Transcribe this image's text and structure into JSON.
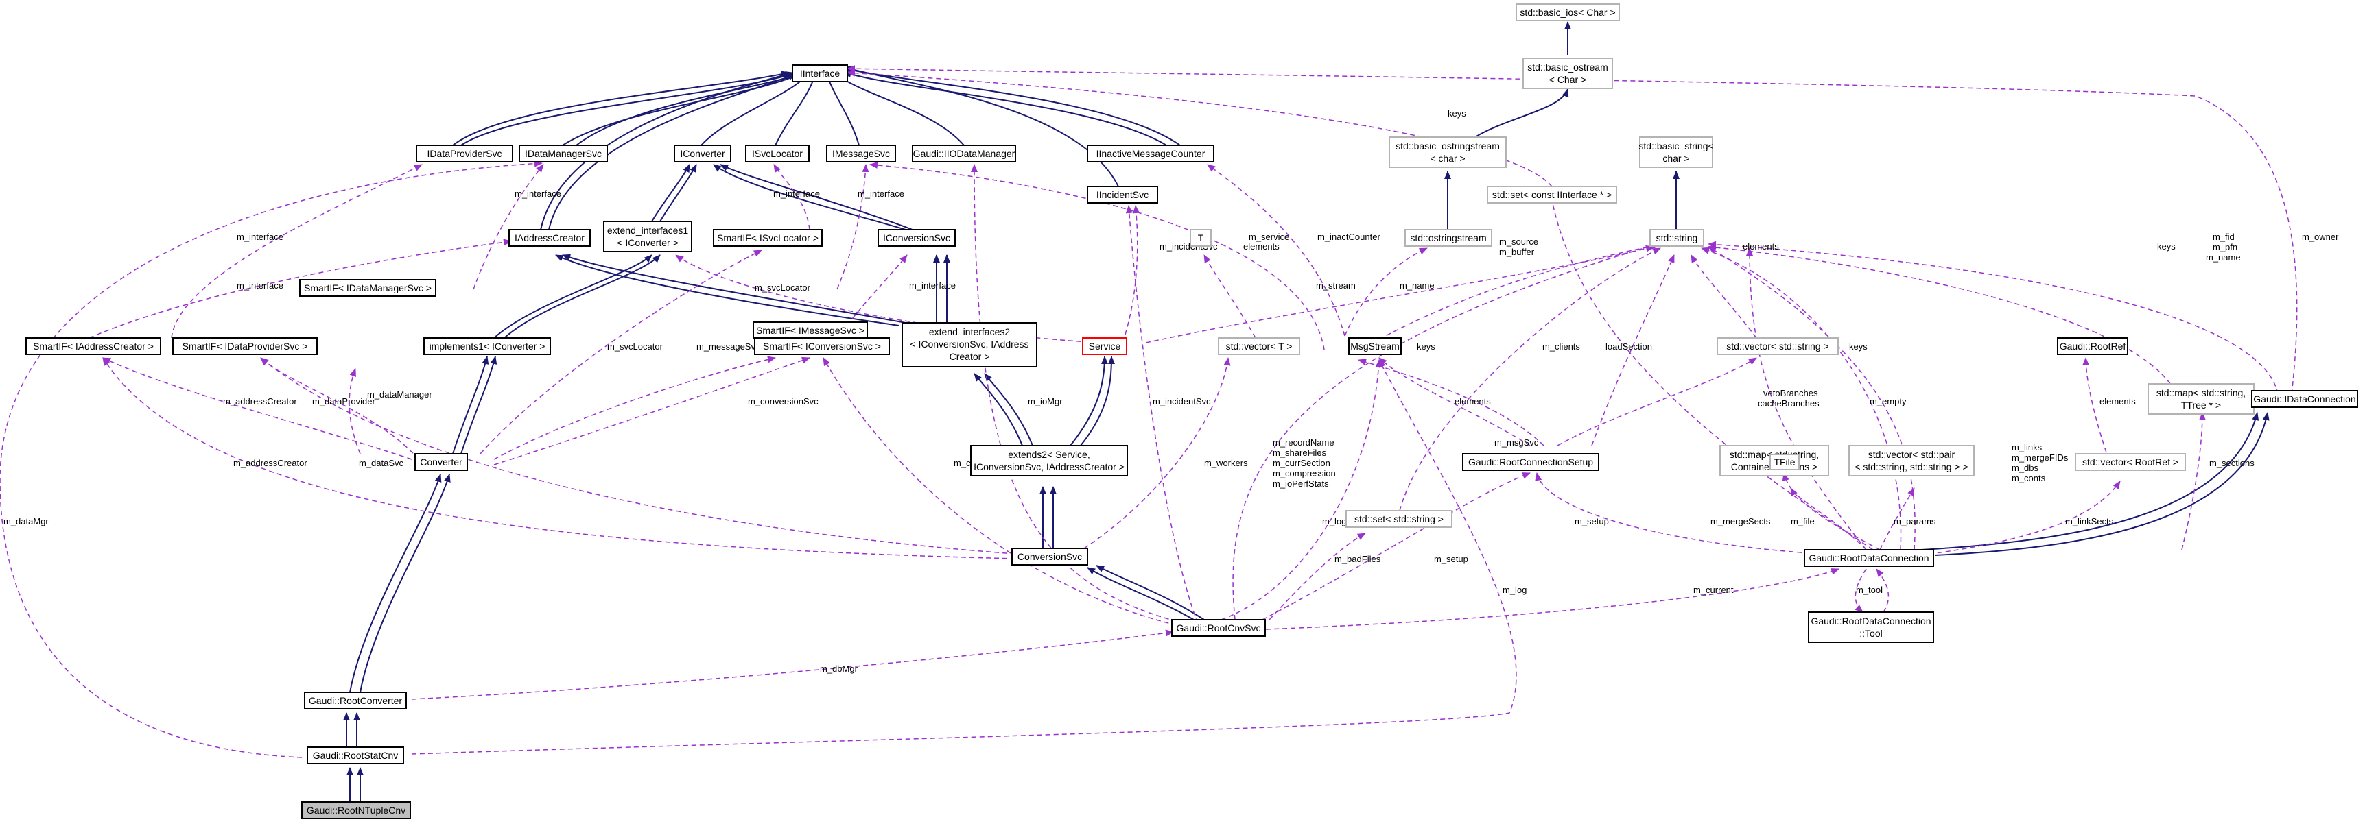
{
  "nodes": {
    "iinterface": "IInterface",
    "basic_ios": "std::basic_ios< Char >",
    "basic_ostream_l1": "std::basic_ostream",
    "basic_ostream_l2": "< Char >",
    "ostringstream_l1": "std::basic_ostringstream",
    "ostringstream_l2": "< char >",
    "basic_string_l1": "std::basic_string<",
    "basic_string_l2": "char >",
    "idataprovidersvc": "IDataProviderSvc",
    "idatamanagersvc": "IDataManagerSvc",
    "iconverter": "IConverter",
    "isvclocator": "ISvcLocator",
    "imessagesvc": "IMessageSvc",
    "iiodatamanager": "Gaudi::IIODataManager",
    "iinactivemessagecounter": "IInactiveMessageCounter",
    "iincidentsvc": "IIncidentSvc",
    "set_iinterface": "std::set< const IInterface * >",
    "iaddresscreator": "IAddressCreator",
    "extend_interfaces1_l1": "extend_interfaces1",
    "extend_interfaces1_l2": "< IConverter >",
    "smartif_isvclocator": "SmartIF< ISvcLocator >",
    "iconversionsvc": "IConversionSvc",
    "t_node": "T",
    "std_ostringstream": "std::ostringstream",
    "std_string": "std::string",
    "smartif_idatamanagersvc": "SmartIF< IDataManagerSvc >",
    "smartif_imessagesvc": "SmartIF< IMessageSvc >",
    "smartif_iaddresscreator": "SmartIF< IAddressCreator >",
    "smartif_idataprovidersvc": "SmartIF< IDataProviderSvc >",
    "implements1": "implements1< IConverter >",
    "smartif_iconversionsvc": "SmartIF< IConversionSvc >",
    "extend_interfaces2_l1": "extend_interfaces2",
    "extend_interfaces2_l2": "< IConversionSvc, IAddress",
    "extend_interfaces2_l3": "Creator >",
    "service": "Service",
    "vector_t": "std::vector< T >",
    "msgstream": "MsgStream",
    "vector_string": "std::vector< std::string >",
    "rootref": "Gaudi::RootRef",
    "map_string_ttree_l1": "std::map< std::string,",
    "map_string_ttree_l2": "TTree * >",
    "idataconnection": "Gaudi::IDataConnection",
    "converter": "Converter",
    "extends2_l1": "extends2< Service,",
    "extends2_l2": "IConversionSvc, IAddressCreator >",
    "rootconnectionsetup": "Gaudi::RootConnectionSetup",
    "map_containersections_l1": "std::map< std::string,",
    "map_containersections_l2": "ContainerSections >",
    "tfile": "TFile",
    "vector_pair_l1": "std::vector< std::pair",
    "vector_pair_l2": "< std::string, std::string > >",
    "vector_rootref": "std::vector< RootRef >",
    "set_string": "std::set< std::string >",
    "conversionsvc": "ConversionSvc",
    "rootdataconnection": "Gaudi::RootDataConnection",
    "rootcnvsvc": "Gaudi::RootCnvSvc",
    "tool_l1": "Gaudi::RootDataConnection",
    "tool_l2": "::Tool",
    "rootconverter": "Gaudi::RootConverter",
    "rootstatcnv": "Gaudi::RootStatCnv",
    "rootntuplecnv": "Gaudi::RootNTupleCnv"
  },
  "edge_labels": {
    "keys_ostream": "keys",
    "m_owner": "m_owner",
    "m_interface_dm": "m_interface",
    "m_interface_sl": "m_interface",
    "m_interface_ms": "m_interface",
    "m_interface_dp": "m_interface",
    "m_interface_ac": "m_interface",
    "m_interface_cs": "m_interface",
    "m_service": "m_service",
    "m_inactcounter": "m_inactCounter",
    "m_incidentsvc_svc": "m_incidentSvc",
    "elements_vt": "elements",
    "m_stream": "m_stream",
    "m_name": "m_name",
    "m_source_buffer_l1": "m_source",
    "m_source_buffer_l2": "m_buffer",
    "elements_vs": "elements",
    "keys_map": "keys",
    "m_fid_l1": "m_fid",
    "m_fid_l2": "m_pfn",
    "m_fid_l3": "m_name",
    "m_datamanager": "m_dataManager",
    "m_svclocator_1": "m_svcLocator",
    "m_svclocator_2": "m_svcLocator",
    "m_messagesvc": "m_messageSvc",
    "keys_setstr": "keys",
    "loadsection": "loadSection",
    "m_clients": "m_clients",
    "keys_string": "keys",
    "m_addresscreator_1": "m_addressCreator",
    "m_dataprovider": "m_dataProvider",
    "m_conversionsvc": "m_conversionSvc",
    "m_iomgr": "m_ioMgr",
    "m_incidentsvc_cnv": "m_incidentSvc",
    "elements_cs": "elements",
    "veto_l1": "vetoBranches",
    "veto_l2": "cacheBranches",
    "m_empty": "m_empty",
    "elements_rr": "elements",
    "m_addresscreator_2": "m_addressCreator",
    "m_datasvc": "m_dataSvc",
    "m_cnvsvc": "m_cnvSvc",
    "m_workers": "m_workers",
    "m_msgsvc": "m_msgSvc",
    "m_recordname_l1": "m_recordName",
    "m_recordname_l2": "m_shareFiles",
    "m_recordname_l3": "m_currSection",
    "m_recordname_l4": "m_compression",
    "m_recordname_l5": "m_ioPerfStats",
    "m_links_l1": "m_links",
    "m_links_l2": "m_mergeFIDs",
    "m_links_l3": "m_dbs",
    "m_links_l4": "m_conts",
    "m_sections": "m_sections",
    "m_log_1": "m_log",
    "m_setup_1": "m_setup",
    "m_mergesects": "m_mergeSects",
    "m_file": "m_file",
    "m_params": "m_params",
    "m_linksects": "m_linkSects",
    "m_badfiles": "m_badFiles",
    "m_setup_2": "m_setup",
    "m_log_2": "m_log",
    "m_current": "m_current",
    "m_tool": "m_tool",
    "m_dbmgr": "m_dbMgr",
    "m_datamgr": "m_dataMgr"
  }
}
